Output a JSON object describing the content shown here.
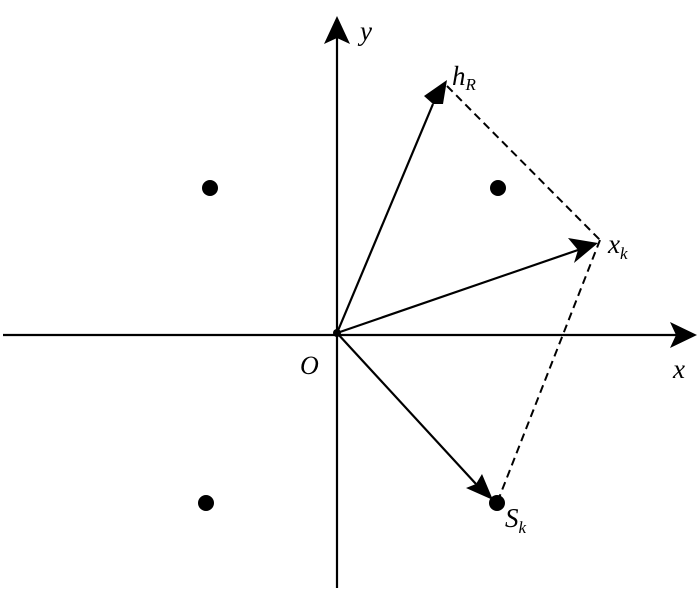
{
  "diagram": {
    "labels": {
      "y_axis": "y",
      "x_axis": "x",
      "origin": "O",
      "h_main": "h",
      "h_sub": "R",
      "x_main": "x",
      "x_sub": "k",
      "s_main": "S",
      "s_sub": "k"
    },
    "colors": {
      "stroke": "#000000",
      "background": "#ffffff"
    },
    "constellation_points": 4,
    "dashed_lines": 2,
    "vectors": [
      "h_R",
      "x_k",
      "S_k"
    ]
  }
}
